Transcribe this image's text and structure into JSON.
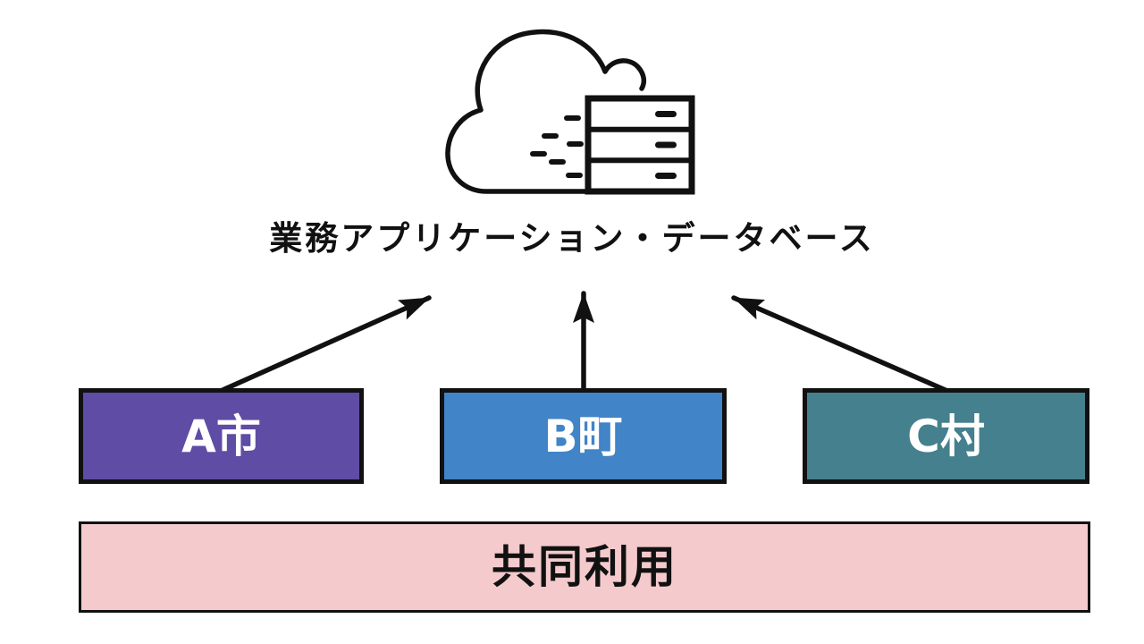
{
  "diagram": {
    "title": "業務アプリケーション・データベース",
    "icon": {
      "name": "cloud-database-icon",
      "description": "cloud with server rack and data dashes",
      "line_color": "#111111"
    },
    "entities": [
      {
        "id": "a",
        "label": "A市",
        "color": "#5F4CA5",
        "text_color": "#FFFFFF"
      },
      {
        "id": "b",
        "label": "B町",
        "color": "#4184C7",
        "text_color": "#FFFFFF"
      },
      {
        "id": "c",
        "label": "C村",
        "color": "#45808E",
        "text_color": "#FFFFFF"
      }
    ],
    "shared_bar": {
      "label": "共同利用",
      "color": "#F4CACC",
      "text_color": "#111111"
    },
    "arrows": {
      "color": "#111111",
      "count": 3,
      "direction": "entities point up to cloud"
    }
  }
}
